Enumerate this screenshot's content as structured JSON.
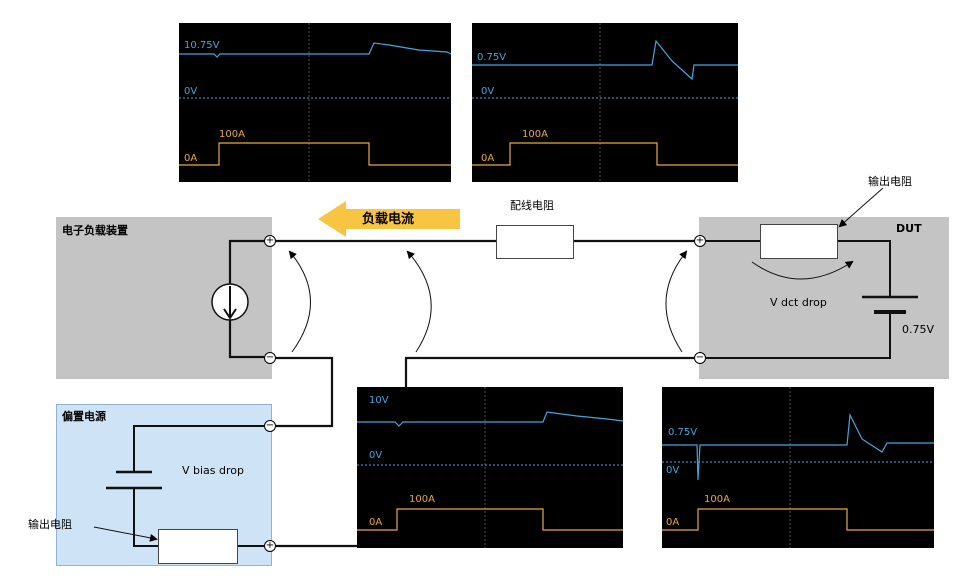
{
  "scopes": [
    {
      "name": "scope-top-left",
      "v_label": "10.75V",
      "zero_v": "0V",
      "a_label": "100A",
      "zero_a": "0A"
    },
    {
      "name": "scope-top-right",
      "v_label": "0.75V",
      "zero_v": "0V",
      "a_label": "100A",
      "zero_a": "0A"
    },
    {
      "name": "scope-bottom-left",
      "v_label": "10V",
      "zero_v": "0V",
      "a_label": "100A",
      "zero_a": "0A"
    },
    {
      "name": "scope-bottom-right",
      "v_label": "0.75V",
      "zero_v": "0V",
      "a_label": "100A",
      "zero_a": "0A"
    }
  ],
  "load": {
    "title": "电子负载装置"
  },
  "dut": {
    "title": "DUT",
    "v_drop": "V dct drop",
    "battery_label": "0.75V",
    "resistor_label": "输出电阻"
  },
  "bias": {
    "title": "偏置电源",
    "v_drop": "V bias drop",
    "resistor_label": "输出电阻"
  },
  "wiring": {
    "resistor_label": "配线电阻",
    "current_label": "负载电流"
  },
  "terminals": {
    "plus": "+",
    "minus": "−"
  },
  "colors": {
    "voltage_trace": "#3fa8e0",
    "current_trace": "#e8a93c",
    "arrow": "#f7c542",
    "load_box": "#c4c4c4",
    "bias_box": "#cfe3f6"
  }
}
